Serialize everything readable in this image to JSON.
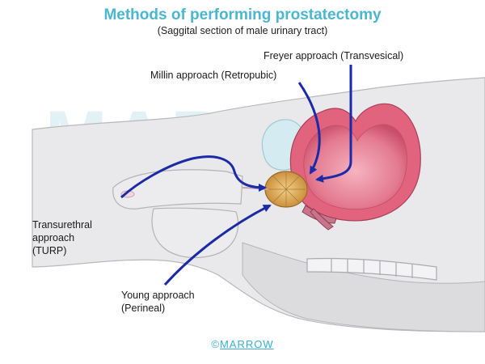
{
  "title": "Methods of performing prostatectomy",
  "subtitle": "(Saggital section of male urinary tract)",
  "watermark": "MARROW",
  "labels": {
    "freyer": "Freyer approach (Transvesical)",
    "millin": "Millin approach (Retropubic)",
    "turp_line1": "Transurethral",
    "turp_line2": "approach",
    "turp_line3": "(TURP)",
    "young_line1": "Young approach",
    "young_line2": "(Perineal)"
  },
  "footer": {
    "symbol": "©",
    "brand": "MARROW"
  },
  "colors": {
    "title": "#4bb6cf",
    "arrow": "#1b2aa6",
    "bladder": "#e2637e",
    "prostate": "#c9933f",
    "tissue": "#e6e6e8",
    "bone": "#d4ecf1",
    "watermark": "#e2f1f5"
  }
}
